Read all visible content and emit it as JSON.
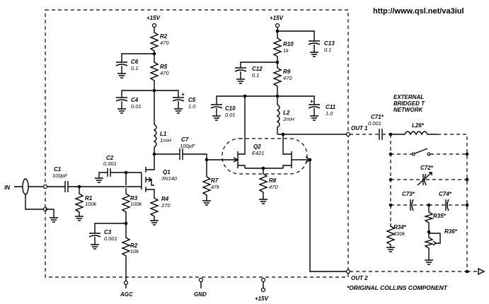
{
  "url": "http://www.qsl.net/va3iul",
  "supply": {
    "top_left": "+15V",
    "top_right": "+15V",
    "bottom": "+15V"
  },
  "ports": {
    "input": "IN",
    "agc": "AGC",
    "gnd": "GND",
    "out1": "OUT 1",
    "out2": "OUT 2"
  },
  "external_network": {
    "line1": "EXTERNAL",
    "line2": "BRIDGED T",
    "line3": "NETWORK"
  },
  "components": {
    "C1": {
      "ref": "C1",
      "value": "100pF"
    },
    "R1": {
      "ref": "R1",
      "value": "100k"
    },
    "C2": {
      "ref": "C2",
      "value": "0.001"
    },
    "R3": {
      "ref": "R3",
      "value": "100k"
    },
    "C3": {
      "ref": "C3",
      "value": "0.001"
    },
    "R2b": {
      "ref": "R2",
      "value": "10k"
    },
    "R2": {
      "ref": "R2",
      "value": "470"
    },
    "C6": {
      "ref": "C6",
      "value": "0.1"
    },
    "R5": {
      "ref": "R5",
      "value": "470"
    },
    "C4": {
      "ref": "C4",
      "value": "0.01"
    },
    "C5": {
      "ref": "C5",
      "value": "1.0"
    },
    "L1": {
      "ref": "L1",
      "value": "1mH"
    },
    "Q1": {
      "ref": "Q1",
      "value": "3N140"
    },
    "R4": {
      "ref": "R4",
      "value": "270"
    },
    "C7": {
      "ref": "C7",
      "value": "100pF"
    },
    "R7": {
      "ref": "R7",
      "value": "47k"
    },
    "Q2": {
      "ref": "Q2",
      "value": "E421"
    },
    "R8": {
      "ref": "R8",
      "value": "470"
    },
    "R10": {
      "ref": "R10",
      "value": "1k"
    },
    "C13": {
      "ref": "C13",
      "value": "0.1"
    },
    "C12": {
      "ref": "C12",
      "value": "0.1"
    },
    "R9": {
      "ref": "R9",
      "value": "470"
    },
    "C10": {
      "ref": "C10",
      "value": "0.01"
    },
    "L2": {
      "ref": "L2",
      "value": "2mH"
    },
    "C11": {
      "ref": "C11",
      "value": "1.0"
    },
    "C71": {
      "ref": "C71*",
      "value": "0.001"
    },
    "L26": {
      "ref": "L26*",
      "value": ""
    },
    "C72": {
      "ref": "C72*",
      "value": ""
    },
    "C73": {
      "ref": "C73*",
      "value": ""
    },
    "C74": {
      "ref": "C74*",
      "value": ""
    },
    "R35": {
      "ref": "R35*",
      "value": ""
    },
    "R34": {
      "ref": "R34*",
      "value": "330k"
    },
    "R36": {
      "ref": "R36*",
      "value": ""
    }
  },
  "plus": "+",
  "footnote": "*ORIGINAL COLLINS COMPONENT"
}
